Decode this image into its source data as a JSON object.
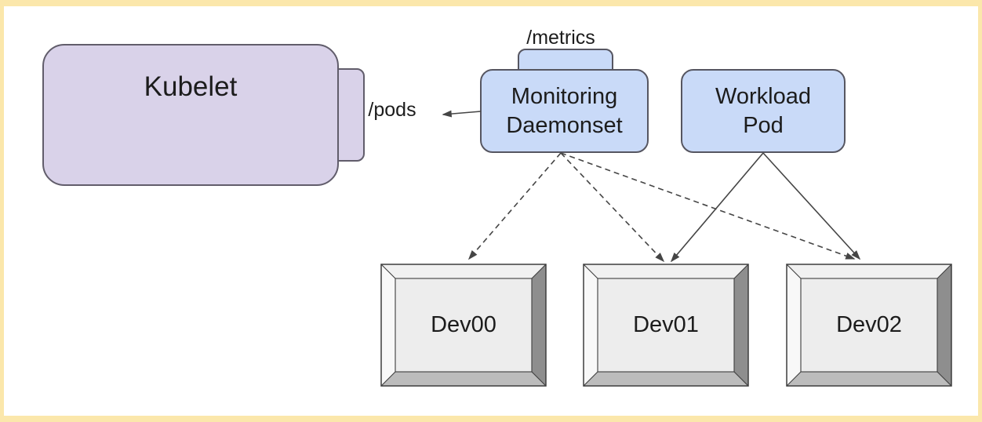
{
  "frame": {
    "border_color": "#fbe7ab",
    "background_color": "#ffffff"
  },
  "nodes": {
    "kubelet": {
      "label": "Kubelet",
      "fill": "#d9d2e9"
    },
    "pods_endpoint": {
      "label": "/pods"
    },
    "metrics_endpoint": {
      "label": "/metrics"
    },
    "monitoring_daemonset": {
      "label": "Monitoring\nDaemonset",
      "fill": "#c9daf8"
    },
    "workload_pod": {
      "label": "Workload\nPod",
      "fill": "#c9daf8"
    },
    "devices": [
      {
        "label": "Dev00"
      },
      {
        "label": "Dev01"
      },
      {
        "label": "Dev02"
      }
    ]
  },
  "edges": [
    {
      "from": "monitoring_daemonset",
      "to": "kubelet",
      "via_label": "/pods",
      "style": "solid-arrow"
    },
    {
      "from": "monitoring_daemonset",
      "to": "dev00",
      "style": "dashed-arrow"
    },
    {
      "from": "monitoring_daemonset",
      "to": "dev01",
      "style": "dashed-arrow"
    },
    {
      "from": "monitoring_daemonset",
      "to": "dev02",
      "style": "dashed-arrow"
    },
    {
      "from": "workload_pod",
      "to": "dev01",
      "style": "solid-arrow"
    },
    {
      "from": "workload_pod",
      "to": "dev02",
      "style": "solid-arrow"
    }
  ]
}
